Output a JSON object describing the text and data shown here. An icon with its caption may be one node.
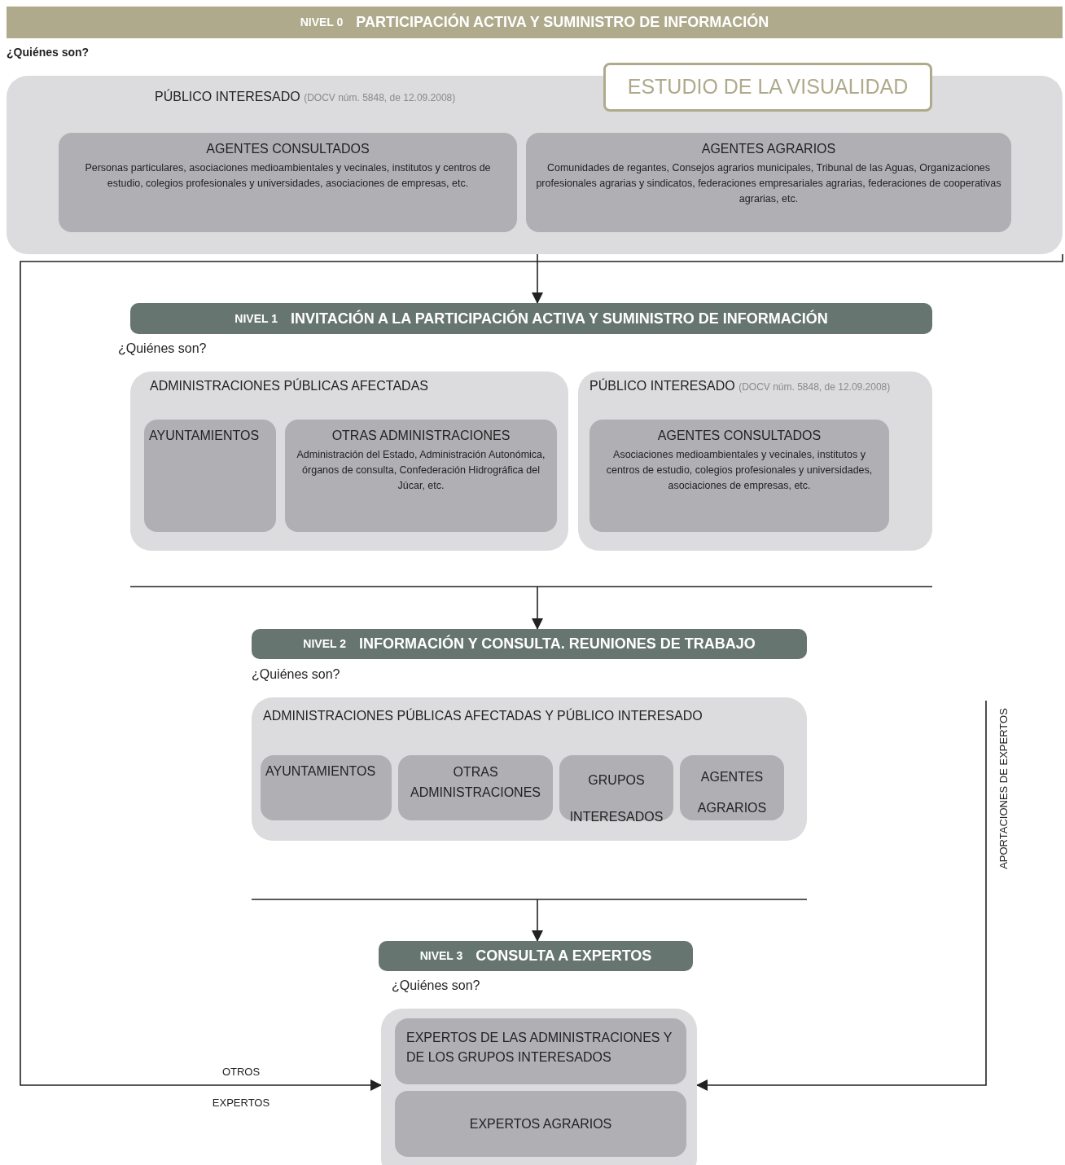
{
  "diagram": {
    "nodes": [
      {
        "text": [
          "NIVEL 0",
          "PARTICIPACIÓN ACTIVA Y SUMINISTRO DE INFORMACIÓN"
        ],
        "beside": [
          "¿Quiénes son?"
        ]
      },
      {
        "text": [
          "PÚBLICO INTERESADO",
          "(DOCV núm. 5848, de 12.09.2008)"
        ]
      },
      {
        "text": [
          "ESTUDIO DE LA VISUALIDAD"
        ]
      },
      {
        "text": [
          "AGENTES CONSULTADOS",
          "Personas particulares, asociaciones medioambientales y vecinales, institutos y centros de estudio, colegios profesionales y universidades, asociaciones de empresas, etc."
        ],
        "in": 1
      },
      {
        "text": [
          "AGENTES AGRARIOS",
          "Comunidades de regantes, Consejos agrarios municipales, Tribunal de las Aguas, Organizaciones profesionales agrarias  y  sindicatos, federaciones empresariales agrarias, federaciones de cooperativas agrarias, etc."
        ],
        "in": 1
      },
      {
        "text": [
          "NIVEL 1",
          "INVITACIÓN A LA PARTICIPACIÓN ACTIVA Y SUMINISTRO DE INFORMACIÓN"
        ],
        "beside": [
          "¿Quiénes son?"
        ]
      },
      {
        "text": [
          "ADMINISTRACIONES PÚBLICAS AFECTADAS"
        ]
      },
      {
        "text": [
          "AYUNTAMIENTOS"
        ],
        "in": 6
      },
      {
        "text": [
          "OTRAS ADMINISTRACIONES",
          "Administración del Estado, Administración Autonómica,  órganos de consulta, Confederación Hidrográfica del Júcar, etc."
        ],
        "in": 6
      },
      {
        "text": [
          "PÚBLICO INTERESADO",
          "(DOCV núm. 5848, de 12.09.2008)"
        ]
      },
      {
        "text": [
          "AGENTES CONSULTADOS",
          "Asociaciones medioambientales y vecinales, institutos y centros de estudio, colegios profesionales y universidades, asociaciones de empresas, etc."
        ],
        "in": 9
      },
      {
        "text": [
          "NIVEL 2",
          "INFORMACIÓN Y CONSULTA. REUNIONES DE TRABAJO"
        ],
        "beside": [
          "¿Quiénes son?"
        ]
      },
      {
        "text": [
          "ADMINISTRACIONES PÚBLICAS AFECTADAS Y PÚBLICO INTERESADO"
        ]
      },
      {
        "text": [
          "AYUNTAMIENTOS"
        ],
        "in": 12
      },
      {
        "text": [
          "OTRAS ADMINISTRACIONES"
        ],
        "in": 12
      },
      {
        "text": [
          "GRUPOS INTERESADOS"
        ],
        "in": 12
      },
      {
        "text": [
          "AGENTES AGRARIOS"
        ],
        "in": 12
      },
      {
        "text": [
          "NIVEL 3",
          "CONSULTA A EXPERTOS"
        ],
        "beside": [
          "¿Quiénes son?"
        ]
      },
      {
        "text": [],
        "shape": "box"
      },
      {
        "text": [
          "EXPERTOS DE LAS ADMINISTRACIONES Y DE LOS GRUPOS INTERESADOS"
        ],
        "in": 18
      },
      {
        "text": [
          "EXPERTOS AGRARIOS"
        ],
        "in": 18
      }
    ],
    "edges": [
      {
        "from": 1,
        "to": 5,
        "arrow": "to"
      },
      {
        "from": null,
        "to": 11,
        "arrow": "to"
      },
      {
        "from": null,
        "to": 17,
        "arrow": "to"
      },
      {
        "from": 1,
        "to": 18,
        "arrow": "to",
        "label": "OTROS"
      },
      {
        "from": null,
        "to": 18,
        "arrow": "to",
        "label": "APORTACIONES DE EXPERTOS"
      }
    ],
    "labels": [
      "EXPERTOS"
    ]
  }
}
